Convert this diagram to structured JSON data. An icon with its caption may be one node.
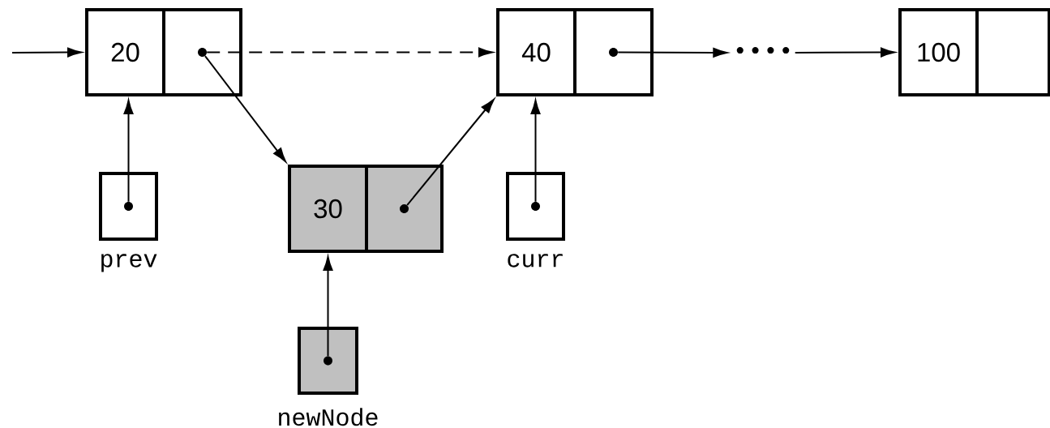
{
  "diagram": {
    "nodes": [
      {
        "text": [
          "20"
        ]
      },
      {
        "text": [],
        "shape": "circle",
        "in": 0
      },
      {
        "text": [
          "40"
        ]
      },
      {
        "text": [],
        "shape": "circle",
        "in": 2
      },
      {
        "text": [
          "• • • •"
        ]
      },
      {
        "text": [
          "100"
        ]
      },
      {
        "text": [
          "30"
        ]
      },
      {
        "text": [],
        "shape": "circle",
        "in": 6
      },
      {
        "text": [],
        "shape": "box",
        "beside": [
          "prev"
        ]
      },
      {
        "text": [],
        "shape": "circle",
        "in": 8
      },
      {
        "text": [],
        "shape": "box",
        "beside": [
          "curr"
        ]
      },
      {
        "text": [],
        "shape": "circle",
        "in": 10
      },
      {
        "text": [],
        "shape": "box",
        "beside": [
          "newNode"
        ]
      },
      {
        "text": [],
        "shape": "circle",
        "in": 12
      }
    ],
    "edges": [
      {
        "from": null,
        "to": 0,
        "arrow": "to"
      },
      {
        "from": 1,
        "to": 2,
        "arrow": "to",
        "style": "dashed"
      },
      {
        "from": 1,
        "to": 6,
        "arrow": "to"
      },
      {
        "from": 7,
        "to": 2,
        "arrow": "to"
      },
      {
        "from": 3,
        "to": 4,
        "arrow": "to"
      },
      {
        "from": 4,
        "to": 5,
        "arrow": "to"
      },
      {
        "from": 9,
        "to": 0,
        "arrow": "to"
      },
      {
        "from": 11,
        "to": 2,
        "arrow": "to"
      },
      {
        "from": 13,
        "to": 6,
        "arrow": "to"
      }
    ]
  }
}
